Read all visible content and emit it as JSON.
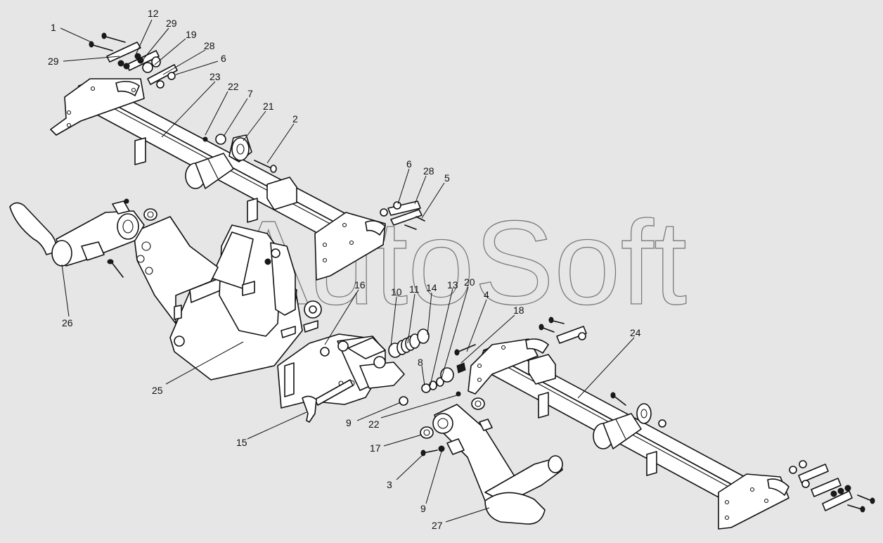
{
  "diagram": {
    "watermark": "AutoSoft",
    "callouts": [
      {
        "id": "c1",
        "label": "1"
      },
      {
        "id": "c12",
        "label": "12"
      },
      {
        "id": "c29a",
        "label": "29"
      },
      {
        "id": "c29b",
        "label": "29"
      },
      {
        "id": "c19",
        "label": "19"
      },
      {
        "id": "c28a",
        "label": "28"
      },
      {
        "id": "c6a",
        "label": "6"
      },
      {
        "id": "c23",
        "label": "23"
      },
      {
        "id": "c22a",
        "label": "22"
      },
      {
        "id": "c7",
        "label": "7"
      },
      {
        "id": "c21",
        "label": "21"
      },
      {
        "id": "c2",
        "label": "2"
      },
      {
        "id": "c6b",
        "label": "6"
      },
      {
        "id": "c28b",
        "label": "28"
      },
      {
        "id": "c5",
        "label": "5"
      },
      {
        "id": "c26",
        "label": "26"
      },
      {
        "id": "c16",
        "label": "16"
      },
      {
        "id": "c10",
        "label": "10"
      },
      {
        "id": "c11",
        "label": "11"
      },
      {
        "id": "c14",
        "label": "14"
      },
      {
        "id": "c13",
        "label": "13"
      },
      {
        "id": "c20",
        "label": "20"
      },
      {
        "id": "c4",
        "label": "4"
      },
      {
        "id": "c18",
        "label": "18"
      },
      {
        "id": "c24",
        "label": "24"
      },
      {
        "id": "c8",
        "label": "8"
      },
      {
        "id": "c25",
        "label": "25"
      },
      {
        "id": "c9a",
        "label": "9"
      },
      {
        "id": "c22b",
        "label": "22"
      },
      {
        "id": "c15",
        "label": "15"
      },
      {
        "id": "c17",
        "label": "17"
      },
      {
        "id": "c3",
        "label": "3"
      },
      {
        "id": "c9b",
        "label": "9"
      },
      {
        "id": "c27",
        "label": "27"
      }
    ]
  }
}
